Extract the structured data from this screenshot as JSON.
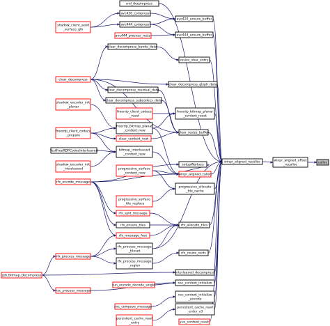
{
  "graph": {
    "colors": {
      "edge": "#191970",
      "border_linked": "#000000",
      "border_external": "#ff0000",
      "target_fill": "#bfbfbf"
    },
    "nodes": [
      {
        "id": "n1",
        "lines": [
          "rnd_decompress"
        ],
        "style": "black"
      },
      {
        "id": "n2",
        "lines": [
          "avc420_compress"
        ],
        "style": "black"
      },
      {
        "id": "n3",
        "lines": [
          "shadow_client_send",
          "_surface_gfx"
        ],
        "style": "red"
      },
      {
        "id": "n4",
        "lines": [
          "avc444_compress"
        ],
        "style": "black"
      },
      {
        "id": "n5",
        "lines": [
          "avc420_ensure_buffer"
        ],
        "style": "black"
      },
      {
        "id": "n6",
        "lines": [
          "avc444_process_rects"
        ],
        "style": "red"
      },
      {
        "id": "n7",
        "lines": [
          "avc444_ensure_buffer"
        ],
        "style": "black"
      },
      {
        "id": "n8",
        "lines": [
          "clear_decompress_bands_data"
        ],
        "style": "black"
      },
      {
        "id": "n9",
        "lines": [
          "resize_vbar_entry"
        ],
        "style": "black"
      },
      {
        "id": "n10",
        "lines": [
          "clear_decompress"
        ],
        "style": "red"
      },
      {
        "id": "n11",
        "lines": [
          "clear_decompress_glyph_data"
        ],
        "style": "black"
      },
      {
        "id": "n12",
        "lines": [
          "clear_decompress_residual_data"
        ],
        "style": "black"
      },
      {
        "id": "n13",
        "lines": [
          "clear_decompress_subcodecs_data"
        ],
        "style": "black"
      },
      {
        "id": "n14",
        "lines": [
          "shadow_encoder_init",
          "_planar"
        ],
        "style": "red"
      },
      {
        "id": "n15",
        "lines": [
          "freerdp_client_codecs",
          "_reset"
        ],
        "style": "red"
      },
      {
        "id": "n16",
        "lines": [
          "freerdp_bitmap_planar",
          "_context_reset"
        ],
        "style": "black"
      },
      {
        "id": "n17",
        "lines": [
          "freerdp_client_codecs",
          "_prepare"
        ],
        "style": "red"
      },
      {
        "id": "n18",
        "lines": [
          "freerdp_bitmap_planar",
          "_context_new"
        ],
        "style": "black"
      },
      {
        "id": "n19",
        "lines": [
          "clear_resize_buffer"
        ],
        "style": "black"
      },
      {
        "id": "n20",
        "lines": [
          "clear_context_new"
        ],
        "style": "red"
      },
      {
        "id": "n21",
        "lines": [
          "TestFreeRDPCodecInterleaved"
        ],
        "style": "black"
      },
      {
        "id": "n22",
        "lines": [
          "bitmap_interleaved",
          "_context_new"
        ],
        "style": "black"
      },
      {
        "id": "n23",
        "lines": [
          "setupWorkers"
        ],
        "style": "black"
      },
      {
        "id": "n24",
        "lines": [
          "shadow_encoder_init",
          "_interleaved"
        ],
        "style": "red"
      },
      {
        "id": "n25",
        "lines": [
          "winpr_aligned_calloc"
        ],
        "style": "red"
      },
      {
        "id": "n26",
        "lines": [
          "winpr_aligned_recalloc"
        ],
        "style": "black"
      },
      {
        "id": "n27",
        "lines": [
          "winpr_aligned_offset",
          "_recalloc"
        ],
        "style": "black"
      },
      {
        "id": "n28",
        "lines": [
          "calloc"
        ],
        "style": "target"
      },
      {
        "id": "n29",
        "lines": [
          "progressive_surface",
          "_context_new"
        ],
        "style": "red"
      },
      {
        "id": "n30",
        "lines": [
          "progressive_allocate",
          "_tile_cache"
        ],
        "style": "black"
      },
      {
        "id": "n31",
        "lines": [
          "rfx_encode_message"
        ],
        "style": "red"
      },
      {
        "id": "n32",
        "lines": [
          "progressive_surface",
          "_tile_replace"
        ],
        "style": "red"
      },
      {
        "id": "n33",
        "lines": [
          "rfx_split_message"
        ],
        "style": "red"
      },
      {
        "id": "n34",
        "lines": [
          "rfx_ensure_tiles"
        ],
        "style": "black"
      },
      {
        "id": "n35",
        "lines": [
          "rfx_allocate_tiles"
        ],
        "style": "black"
      },
      {
        "id": "n36",
        "lines": [
          "rfx_message_free"
        ],
        "style": "red"
      },
      {
        "id": "n37",
        "lines": [
          "rfx_process_message",
          "_tileset"
        ],
        "style": "black"
      },
      {
        "id": "n38",
        "lines": [
          "rfx_resize_rects"
        ],
        "style": "black"
      },
      {
        "id": "n39",
        "lines": [
          "rfx_process_message"
        ],
        "style": "red"
      },
      {
        "id": "n40",
        "lines": [
          "rfx_process_message",
          "_region"
        ],
        "style": "black"
      },
      {
        "id": "n41",
        "lines": [
          "gdi_Bitmap_Decompress"
        ],
        "style": "red"
      },
      {
        "id": "n42",
        "lines": [
          "interleaved_decompress"
        ],
        "style": "black"
      },
      {
        "id": "n43",
        "lines": [
          "run_encode_decode_single"
        ],
        "style": "red"
      },
      {
        "id": "n44",
        "lines": [
          "nsc_context_initialize"
        ],
        "style": "black"
      },
      {
        "id": "n45",
        "lines": [
          "nsc_process_message"
        ],
        "style": "red"
      },
      {
        "id": "n46",
        "lines": [
          "nsc_context_initialize",
          "_encode"
        ],
        "style": "black"
      },
      {
        "id": "n47",
        "lines": [
          "nsc_compose_message"
        ],
        "style": "red"
      },
      {
        "id": "n48",
        "lines": [
          "persistent_cache_read",
          "_entry_v3"
        ],
        "style": "black"
      },
      {
        "id": "n49",
        "lines": [
          "persistent_cache_read",
          "_entry"
        ],
        "style": "red"
      },
      {
        "id": "n50",
        "lines": [
          "yuv_context_reset"
        ],
        "style": "red"
      }
    ],
    "edges": [
      [
        "n1",
        "n26"
      ],
      [
        "n2",
        "n5"
      ],
      [
        "n3",
        "n2"
      ],
      [
        "n3",
        "n4"
      ],
      [
        "n4",
        "n5"
      ],
      [
        "n4",
        "n7"
      ],
      [
        "n6",
        "n7"
      ],
      [
        "n5",
        "n26"
      ],
      [
        "n7",
        "n26"
      ],
      [
        "n8",
        "n9"
      ],
      [
        "n9",
        "n26"
      ],
      [
        "n10",
        "n8"
      ],
      [
        "n10",
        "n11"
      ],
      [
        "n10",
        "n12"
      ],
      [
        "n10",
        "n13"
      ],
      [
        "n10",
        "n19"
      ],
      [
        "n11",
        "n26"
      ],
      [
        "n12",
        "n19"
      ],
      [
        "n13",
        "n19"
      ],
      [
        "n14",
        "n18"
      ],
      [
        "n15",
        "n16"
      ],
      [
        "n16",
        "n26"
      ],
      [
        "n17",
        "n18"
      ],
      [
        "n17",
        "n20"
      ],
      [
        "n17",
        "n22"
      ],
      [
        "n18",
        "n16"
      ],
      [
        "n18",
        "n25"
      ],
      [
        "n19",
        "n26"
      ],
      [
        "n20",
        "n19"
      ],
      [
        "n21",
        "n22"
      ],
      [
        "n22",
        "n25"
      ],
      [
        "n23",
        "n25"
      ],
      [
        "n24",
        "n22"
      ],
      [
        "n25",
        "n26"
      ],
      [
        "n26",
        "n27"
      ],
      [
        "n27",
        "n28"
      ],
      [
        "n29",
        "n25"
      ],
      [
        "n29",
        "n30"
      ],
      [
        "n32",
        "n30"
      ],
      [
        "n30",
        "n26"
      ],
      [
        "n31",
        "n23"
      ],
      [
        "n31",
        "n33"
      ],
      [
        "n31",
        "n34"
      ],
      [
        "n31",
        "n36"
      ],
      [
        "n31",
        "n25"
      ],
      [
        "n33",
        "n35"
      ],
      [
        "n34",
        "n35"
      ],
      [
        "n35",
        "n26"
      ],
      [
        "n36",
        "n35"
      ],
      [
        "n37",
        "n35"
      ],
      [
        "n37",
        "n26"
      ],
      [
        "n38",
        "n26"
      ],
      [
        "n39",
        "n37"
      ],
      [
        "n39",
        "n40"
      ],
      [
        "n39",
        "n36"
      ],
      [
        "n40",
        "n38"
      ],
      [
        "n41",
        "n39"
      ],
      [
        "n41",
        "n42"
      ],
      [
        "n41",
        "n45"
      ],
      [
        "n42",
        "n26"
      ],
      [
        "n43",
        "n44"
      ],
      [
        "n44",
        "n26"
      ],
      [
        "n45",
        "n44"
      ],
      [
        "n46",
        "n26"
      ],
      [
        "n47",
        "n46"
      ],
      [
        "n48",
        "n26"
      ],
      [
        "n49",
        "n48"
      ],
      [
        "n50",
        "n26"
      ]
    ]
  }
}
